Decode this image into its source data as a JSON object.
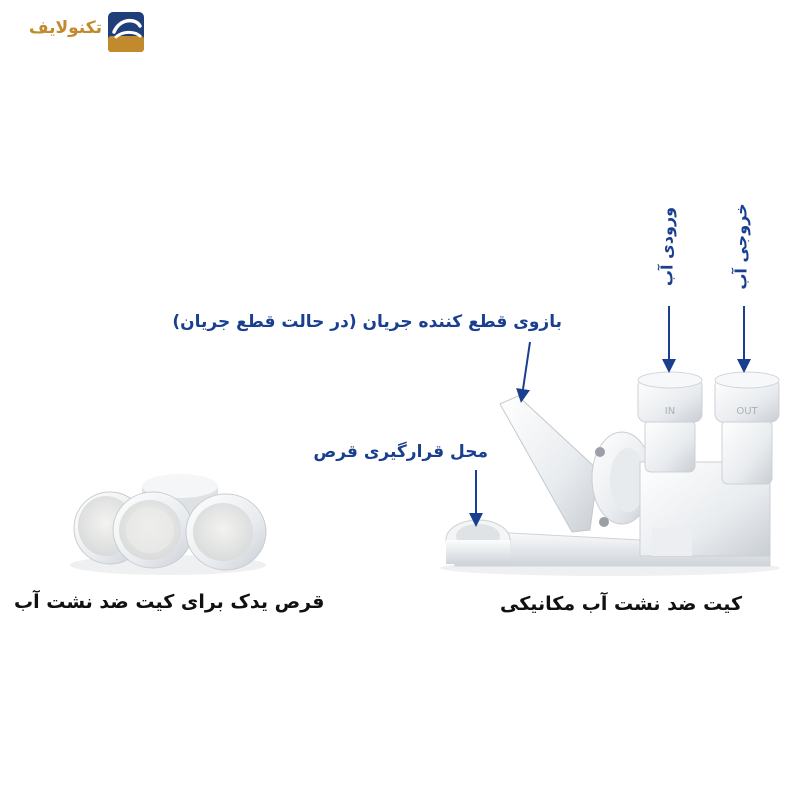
{
  "logo": {
    "text": "تکنولایف",
    "icon": "technolife-logo-mark",
    "color": "#c18a2c",
    "mark_color": "#1f3f7a"
  },
  "annotations": {
    "lever": "بازوی قطع کننده جریان (در حالت قطع جریان)",
    "disc_place": "محل قرارگیری قرص",
    "inlet": "ورودی آب",
    "outlet": "خروجی آب",
    "color": "#1a3f8f"
  },
  "captions": {
    "discs": "قرص یدک برای کیت ضد نشت آب",
    "kit": "کیت ضد نشت آب مکانیکی"
  },
  "fitting_labels": {
    "in": "IN",
    "out": "OUT"
  }
}
